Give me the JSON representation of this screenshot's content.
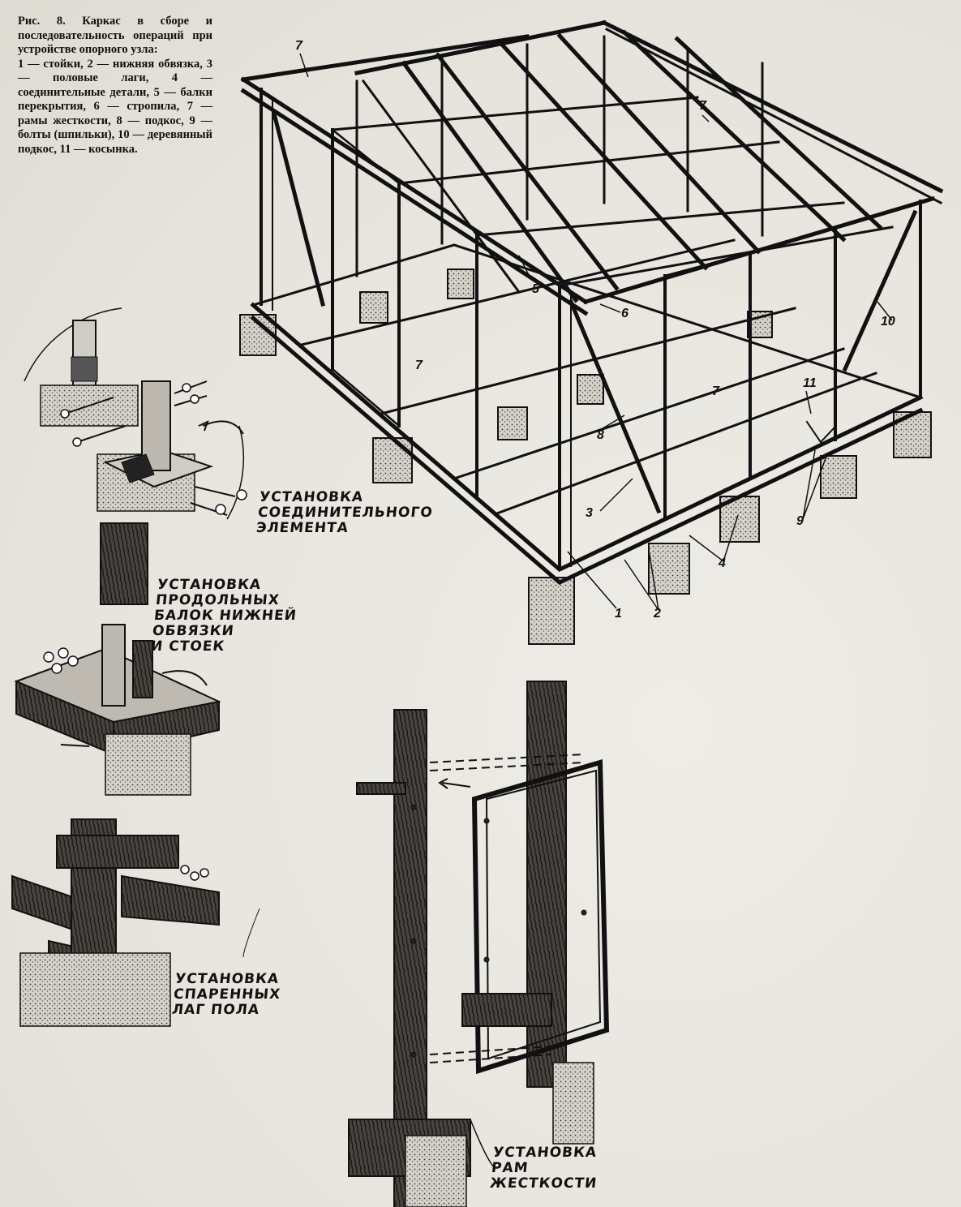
{
  "caption": {
    "title": "Рис. 8. Каркас в сборе и последовательность операций при устройстве опорного узла:",
    "legend": "1 — стойки, 2 — нижняя обвязка, 3 — половые лаги, 4 — соединительные детали, 5 — балки перекрытия, 6 — стропила, 7 — рамы жесткости, 8 — подкос, 9 — болты (шпильки), 10 — деревянный подкос, 11 — косынка."
  },
  "labels": {
    "n7a": "7",
    "n7b": "7",
    "n7c": "7",
    "n7d": "7",
    "n5": "5",
    "n6": "6",
    "n8": "8",
    "n3": "3",
    "n1": "1",
    "n2": "2",
    "n4": "4",
    "n9": "9",
    "n10": "10",
    "n11": "11"
  },
  "notes": {
    "connector": [
      "УСТАНОВКА",
      "СОЕДИНИТЕЛЬНОГО",
      "ЭЛЕМЕНТА"
    ],
    "beams": [
      "УСТАНОВКА",
      "ПРОДОЛЬНЫХ",
      "БАЛОК НИЖНЕЙ",
      "ОБВЯЗКИ",
      "И СТОЕК"
    ],
    "joists": [
      "УСТАНОВКА",
      "СПАРЕННЫХ",
      "ЛАГ ПОЛА"
    ],
    "frames": [
      "УСТАНОВКА",
      "РАМ",
      "ЖЕСТКОСТИ"
    ]
  },
  "colors": {
    "ink": "#111111",
    "paper": "#e9e7e1",
    "wood": "#3a3631",
    "concrete": "#cfcbc2"
  }
}
